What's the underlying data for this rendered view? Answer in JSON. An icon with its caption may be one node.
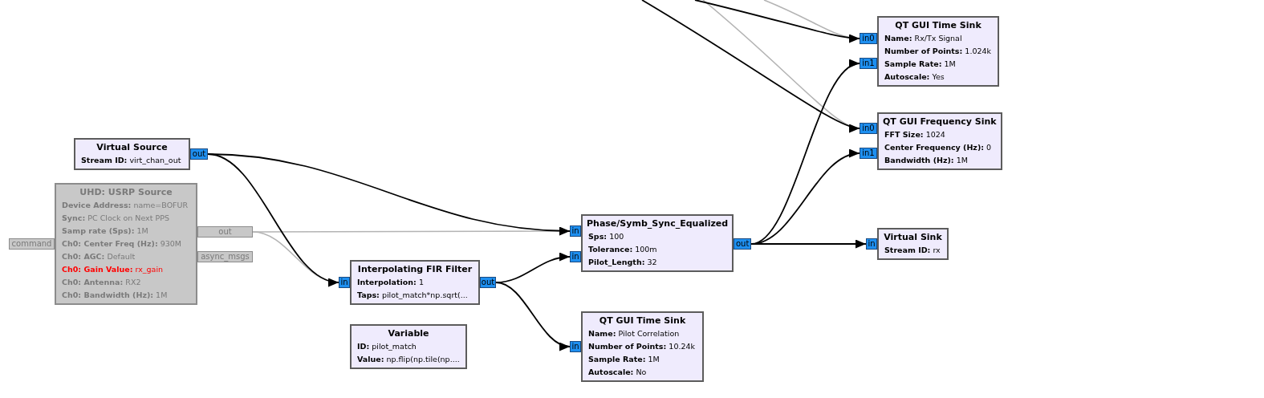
{
  "diagram": {
    "nodes": [
      {
        "text": [
          "Virtual Source",
          "**Stream ID:** virt_chan_out"
        ]
      },
      {
        "text": [
          "out"
        ]
      },
      {
        "text": [
          "UHD: USRP Source",
          "**Device Address:** name=BOFUR",
          "**Sync:** PC Clock on Next PPS",
          "**Samp rate (Sps):** 1M",
          "**Ch0: Center Freq (Hz):** 930M",
          "**Ch0: AGC:** Default",
          "**Ch0: Gain Value:** rx_gain",
          "**Ch0: Antenna:** RX2",
          "**Ch0: Bandwidth (Hz):** 1M"
        ]
      },
      {
        "text": [
          "command"
        ]
      },
      {
        "text": [
          "out"
        ]
      },
      {
        "text": [
          "async_msgs"
        ]
      },
      {
        "text": [
          "in"
        ]
      },
      {
        "text": [
          "Interpolating FIR Filter",
          "**Interpolation:** 1",
          "**Taps:** pilot_match*np.sqrt(..."
        ]
      },
      {
        "text": [
          "out"
        ]
      },
      {
        "text": [
          "Variable",
          "**ID:** pilot_match",
          "**Value:** np.flip(np.tile(np...."
        ]
      },
      {
        "text": [
          "in"
        ]
      },
      {
        "text": [
          "in"
        ]
      },
      {
        "text": [
          "Phase/Symb_Sync_Equalized",
          "**Sps:** 100",
          "**Tolerance:** 100m",
          "**Pilot_Length:** 32"
        ]
      },
      {
        "text": [
          "out"
        ]
      },
      {
        "text": [
          "in"
        ]
      },
      {
        "text": [
          "QT GUI Time Sink",
          "**Name:** Pilot Correlation",
          "**Number of Points:** 10.24k",
          "**Sample Rate:** 1M",
          "**Autoscale:** No"
        ]
      },
      {
        "text": [
          "in0"
        ]
      },
      {
        "text": [
          "in1"
        ]
      },
      {
        "text": [
          "QT GUI Time Sink",
          "**Name:** Rx/Tx Signal",
          "**Number of Points:** 1.024k",
          "**Sample Rate:** 1M",
          "**Autoscale:** Yes"
        ]
      },
      {
        "text": [
          "in0"
        ]
      },
      {
        "text": [
          "in1"
        ]
      },
      {
        "text": [
          "QT GUI Frequency Sink",
          "**FFT Size:** 1024",
          "**Center Frequency (Hz):** 0",
          "**Bandwidth (Hz):** 1M"
        ]
      },
      {
        "text": [
          "in"
        ]
      },
      {
        "text": [
          "Virtual Sink",
          "**Stream ID:** rx"
        ]
      }
    ],
    "edges": [
      {
        "from": 1,
        "to": 10,
        "arrow": "to"
      },
      {
        "from": 1,
        "to": 6,
        "arrow": "to"
      },
      {
        "from": 4,
        "to": 10,
        "arrow": "to",
        "color": "#b4b4b4"
      },
      {
        "from": 4,
        "to": 6,
        "arrow": "to",
        "color": "#b4b4b4"
      },
      {
        "from": 8,
        "to": 11,
        "arrow": "to"
      },
      {
        "from": 8,
        "to": 14,
        "arrow": "to"
      },
      {
        "from": 13,
        "to": 17,
        "arrow": "to"
      },
      {
        "from": 13,
        "to": 20,
        "arrow": "to"
      },
      {
        "from": 13,
        "to": 22,
        "arrow": "to"
      },
      {
        "from": null,
        "to": 16,
        "arrow": "to"
      },
      {
        "from": null,
        "to": 19,
        "arrow": "to"
      },
      {
        "from": null,
        "to": 16,
        "arrow": "to",
        "color": "#b4b4b4"
      },
      {
        "from": null,
        "to": 19,
        "arrow": "to",
        "color": "#b4b4b4"
      }
    ]
  }
}
